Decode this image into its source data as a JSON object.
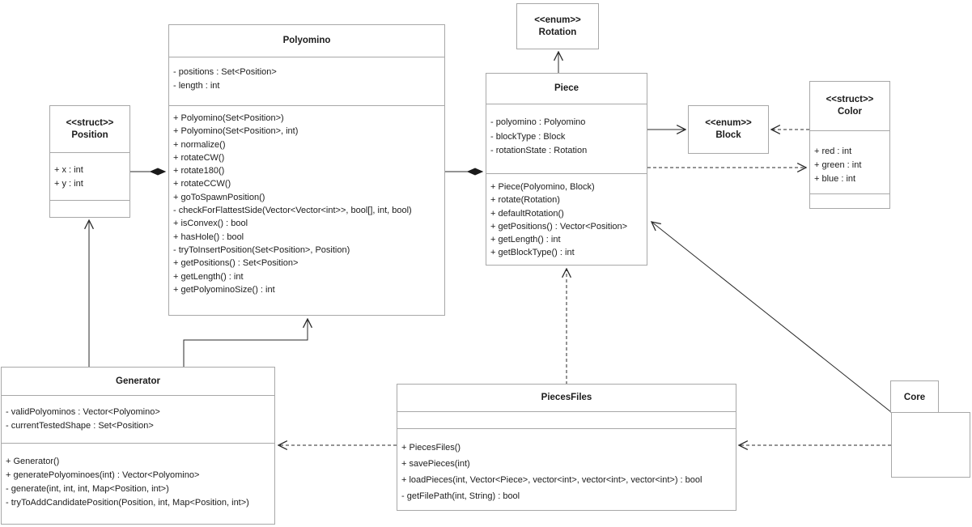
{
  "colors": {
    "box_border": "#a8a8a8",
    "box_fill": "#ffffff",
    "line": "#2a2a2a",
    "text": "#1c1c1c"
  },
  "classes": {
    "polyomino": {
      "name": "Polyomino",
      "attributes": [
        "- positions : Set<Position>",
        "- length : int"
      ],
      "methods": [
        "+ Polyomino(Set<Position>)",
        "+ Polyomino(Set<Position>, int)",
        "+ normalize()",
        "+ rotateCW()",
        "+ rotate180()",
        "+ rotateCCW()",
        "+ goToSpawnPosition()",
        "- checkForFlattestSide(Vector<Vector<int>>, bool[], int, bool)",
        "+ isConvex() : bool",
        "+ hasHole() : bool",
        "- tryToInsertPosition(Set<Position>, Position)",
        "+ getPositions() : Set<Position>",
        "+ getLength() : int",
        "+ getPolyominoSize() : int"
      ]
    },
    "position": {
      "stereotype": "<<struct>>",
      "name": "Position",
      "attributes": [
        "+ x : int",
        "+ y : int"
      ]
    },
    "rotation": {
      "stereotype": "<<enum>>",
      "name": "Rotation"
    },
    "piece": {
      "name": "Piece",
      "attributes": [
        "- polyomino : Polyomino",
        "- blockType : Block",
        "- rotationState : Rotation"
      ],
      "methods": [
        "+ Piece(Polyomino, Block)",
        "+ rotate(Rotation)",
        "+ defaultRotation()",
        "+ getPositions() : Vector<Position>",
        "+ getLength() : int",
        "+ getBlockType() : int"
      ]
    },
    "block": {
      "stereotype": "<<enum>>",
      "name": "Block"
    },
    "color": {
      "stereotype": "<<struct>>",
      "name": "Color",
      "attributes": [
        "+ red : int",
        "+ green : int",
        "+ blue : int"
      ]
    },
    "generator": {
      "name": "Generator",
      "attributes": [
        "- validPolyominos : Vector<Polyomino>",
        "- currentTestedShape : Set<Position>"
      ],
      "methods": [
        "+ Generator()",
        "+ generatePolyominoes(int) : Vector<Polyomino>",
        "- generate(int, int, int, Map<Position, int>)",
        "- tryToAddCandidatePosition(Position, int, Map<Position, int>)"
      ]
    },
    "piecesfiles": {
      "name": "PiecesFiles",
      "methods": [
        "+ PiecesFiles()",
        "+ savePieces(int)",
        "+ loadPieces(int, Vector<Piece>, vector<int>, vector<int>, vector<int>) : bool",
        "- getFilePath(int, String) : bool"
      ]
    },
    "core": {
      "name": "Core"
    }
  },
  "relationships": [
    {
      "from": "Polyomino",
      "to": "Position",
      "type": "composition"
    },
    {
      "from": "Piece",
      "to": "Polyomino",
      "type": "composition"
    },
    {
      "from": "Piece",
      "to": "Rotation",
      "type": "association"
    },
    {
      "from": "Piece",
      "to": "Block",
      "type": "association"
    },
    {
      "from": "Color",
      "to": "Block",
      "type": "dependency"
    },
    {
      "from": "Piece",
      "to": "Color",
      "type": "dependency"
    },
    {
      "from": "Generator",
      "to": "Position",
      "type": "association"
    },
    {
      "from": "Generator",
      "to": "Polyomino",
      "type": "association"
    },
    {
      "from": "PiecesFiles",
      "to": "Piece",
      "type": "dependency"
    },
    {
      "from": "PiecesFiles",
      "to": "Generator",
      "type": "dependency"
    },
    {
      "from": "Core",
      "to": "PiecesFiles",
      "type": "dependency"
    },
    {
      "from": "Core",
      "to": "Piece",
      "type": "association"
    }
  ]
}
